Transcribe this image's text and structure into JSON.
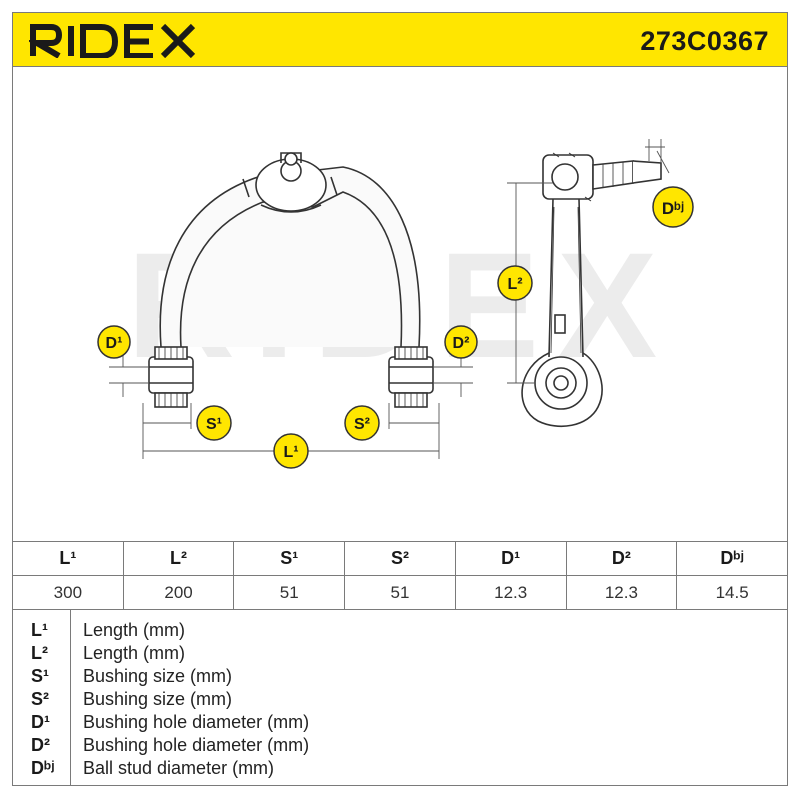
{
  "header": {
    "brand": "RIDEX",
    "part_number": "273C0367"
  },
  "watermark": "RIDEX",
  "callouts": {
    "d1": "D¹",
    "d2": "D²",
    "s1": "S¹",
    "s2": "S²",
    "l1": "L¹",
    "l2": "L²",
    "dbj": "Dᵇʲ"
  },
  "spec_table": {
    "headers": [
      "L¹",
      "L²",
      "S¹",
      "S²",
      "D¹",
      "D²",
      "Dᵇʲ"
    ],
    "values": [
      "300",
      "200",
      "51",
      "51",
      "12.3",
      "12.3",
      "14.5"
    ]
  },
  "legend": [
    {
      "symbol": "L¹",
      "desc": "Length (mm)"
    },
    {
      "symbol": "L²",
      "desc": "Length (mm)"
    },
    {
      "symbol": "S¹",
      "desc": "Bushing size (mm)"
    },
    {
      "symbol": "S²",
      "desc": "Bushing size (mm)"
    },
    {
      "symbol": "D¹",
      "desc": "Bushing hole diameter (mm)"
    },
    {
      "symbol": "D²",
      "desc": "Bushing hole diameter (mm)"
    },
    {
      "symbol": "Dᵇʲ",
      "desc": "Ball stud diameter (mm)"
    }
  ],
  "colors": {
    "brand_yellow": "#ffe600",
    "line": "#333333",
    "watermark": "#e6e6e6"
  }
}
